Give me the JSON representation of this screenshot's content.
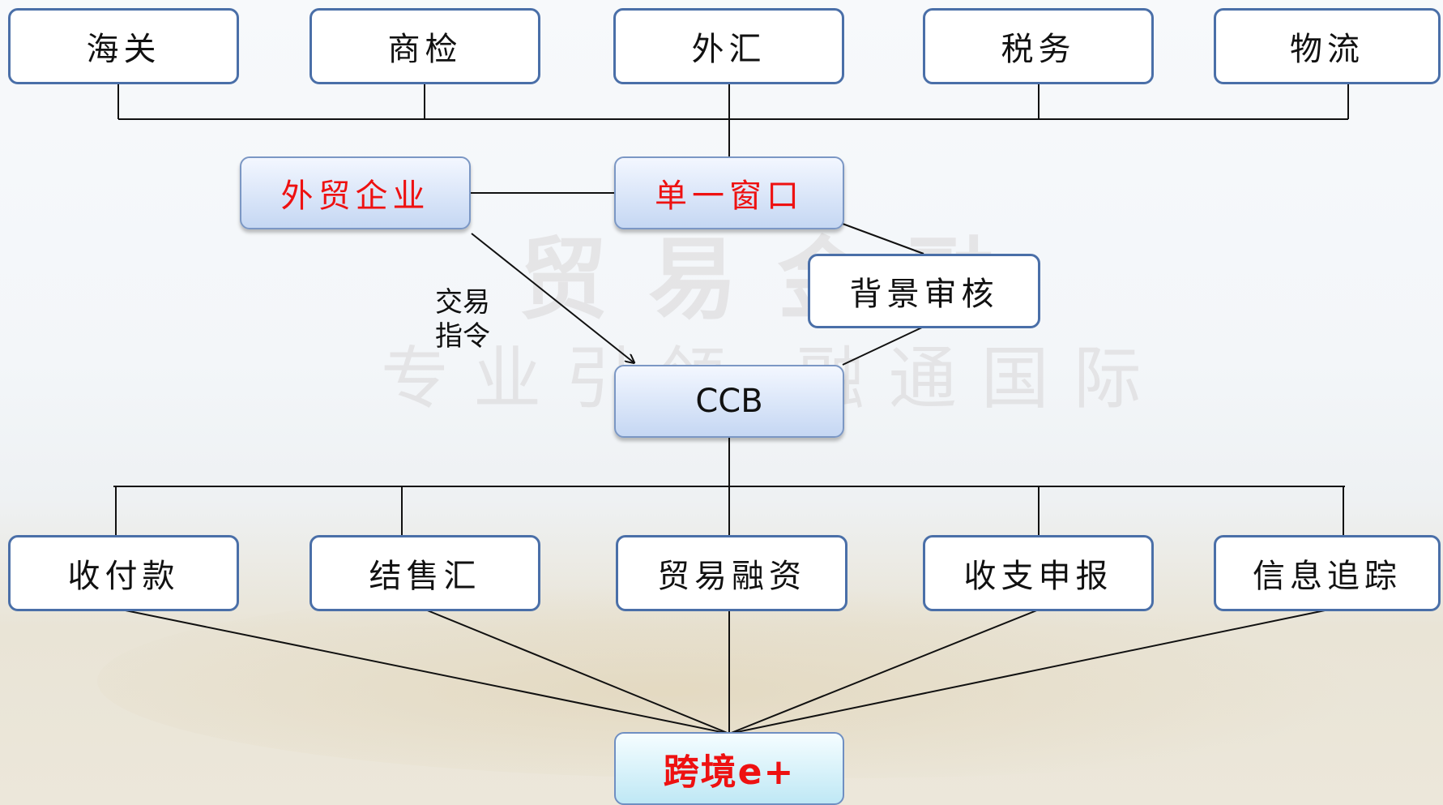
{
  "watermark": {
    "line1": "贸易金融",
    "line2": "专业引领 融通国际"
  },
  "top_row": [
    "海关",
    "商检",
    "外汇",
    "税务",
    "物流"
  ],
  "middle": {
    "enterprise": "外贸企业",
    "single_window": "单一窗口",
    "background_review": "背景审核",
    "bank": "CCB",
    "instruction_label_line1": "交易",
    "instruction_label_line2": "指令"
  },
  "bottom_row": [
    "收付款",
    "结售汇",
    "贸易融资",
    "收支申报",
    "信息追踪"
  ],
  "platform": "跨境e+",
  "colors": {
    "box_border": "#4a6fa8",
    "highlight_text": "#ee1111",
    "blue_box_gradient_top": "#f3f7ff",
    "blue_box_gradient_bottom": "#c5d7f3",
    "platform_gradient_bottom": "#bfe8f5"
  }
}
